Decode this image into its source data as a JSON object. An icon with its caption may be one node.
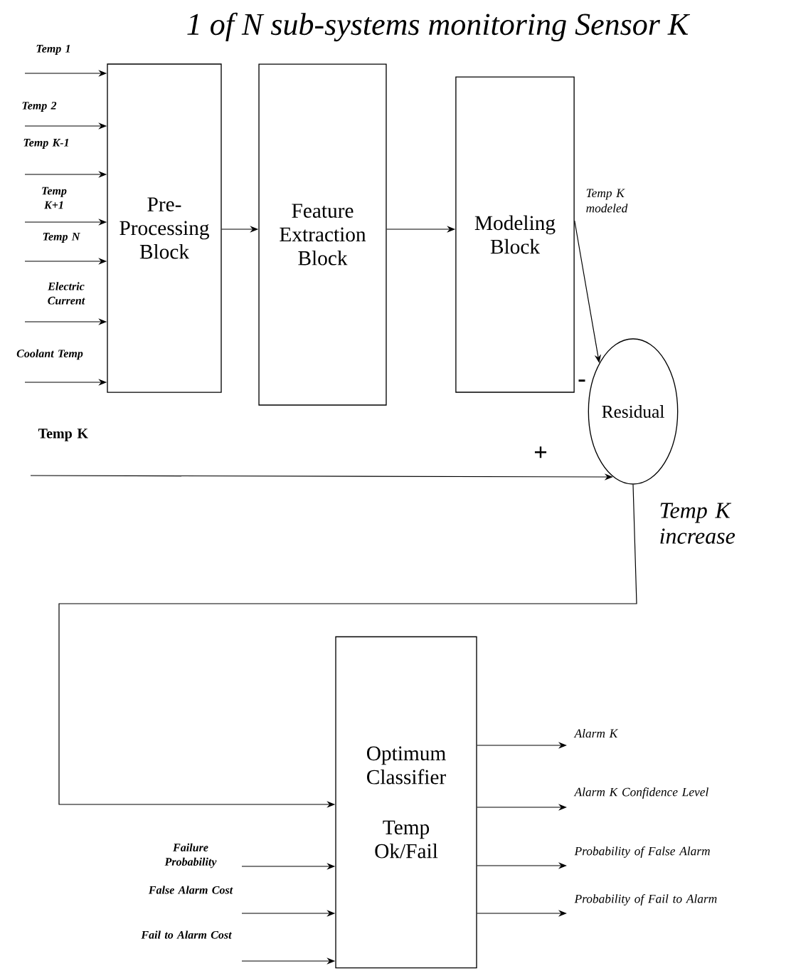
{
  "diagram": {
    "title": "1 of N  sub-systems monitoring Sensor K",
    "nodes": [
      {
        "text": [
          "Pre- Processing Block"
        ]
      },
      {
        "text": [
          "Feature Extraction Block"
        ]
      },
      {
        "text": [
          "Modeling Block"
        ]
      },
      {
        "text": [
          "Residual"
        ]
      },
      {
        "text": [
          "Optimum Classifier",
          "Temp Ok/Fail"
        ]
      }
    ],
    "edges": [
      {
        "from": null,
        "to": 0,
        "arrow": "to",
        "label": "Temp 1"
      },
      {
        "from": null,
        "to": 0,
        "arrow": "to",
        "label": "Temp 2"
      },
      {
        "from": null,
        "to": 0,
        "arrow": "to",
        "label": "Temp K-1"
      },
      {
        "from": null,
        "to": 0,
        "arrow": "to",
        "label": "Temp K+1"
      },
      {
        "from": null,
        "to": 0,
        "arrow": "to",
        "label": "Temp N"
      },
      {
        "from": null,
        "to": 0,
        "arrow": "to",
        "label": "Electric Current"
      },
      {
        "from": null,
        "to": 0,
        "arrow": "to",
        "label": "Coolant Temp"
      },
      {
        "from": 0,
        "to": 1,
        "arrow": "to"
      },
      {
        "from": 1,
        "to": 2,
        "arrow": "to"
      },
      {
        "from": 2,
        "to": 3,
        "arrow": "to",
        "label": "Temp K modeled"
      },
      {
        "from": null,
        "to": 3,
        "arrow": "to",
        "label": "Temp K"
      },
      {
        "from": 3,
        "to": 4,
        "arrow": "to",
        "label": "Temp K increase"
      },
      {
        "from": null,
        "to": 4,
        "arrow": "to",
        "label": "Failure Probability"
      },
      {
        "from": null,
        "to": 4,
        "arrow": "to",
        "label": "False Alarm Cost"
      },
      {
        "from": null,
        "to": 4,
        "arrow": "to",
        "label": "Fail to Alarm Cost"
      },
      {
        "from": 4,
        "to": null,
        "arrow": "to",
        "label": "Alarm K"
      },
      {
        "from": 4,
        "to": null,
        "arrow": "to",
        "label": "Alarm K Confidence Level"
      },
      {
        "from": 4,
        "to": null,
        "arrow": "to",
        "label": "Probability of False Alarm"
      },
      {
        "from": 4,
        "to": null,
        "arrow": "to",
        "label": "Probability of Fail to Alarm"
      }
    ],
    "labels": [
      "-",
      "+"
    ]
  }
}
